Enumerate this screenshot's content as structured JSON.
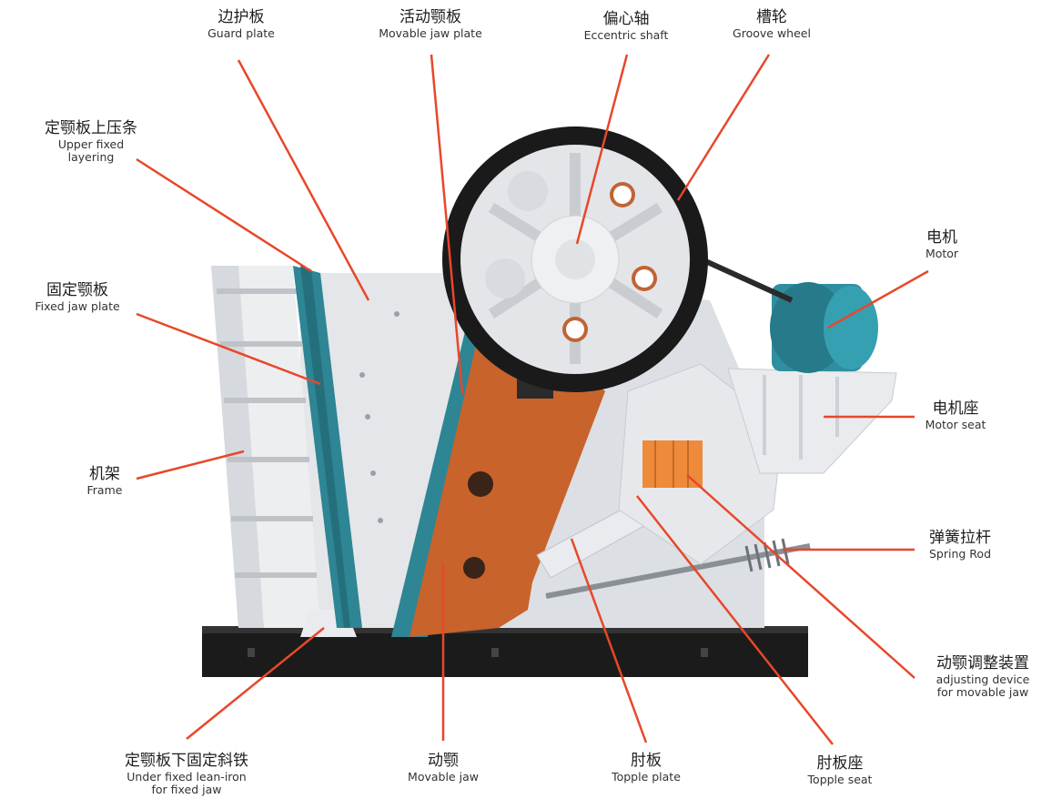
{
  "colors": {
    "leader": "#e8472a",
    "frame": "#e4e6e9",
    "frame_shade": "#c9ccd1",
    "liner": "#2e8594",
    "movable_jaw": "#c8632c",
    "base": "#1b1b1b",
    "wheel_rim": "#1a1a1a",
    "motor": "#2f8fa0",
    "adjuster": "#ee8a3a"
  },
  "labels": {
    "guard_plate": {
      "zh": "边护板",
      "en": "Guard plate"
    },
    "movable_jaw_plate": {
      "zh": "活动颚板",
      "en": "Movable jaw plate"
    },
    "eccentric_shaft": {
      "zh": "偏心轴",
      "en": "Eccentric shaft"
    },
    "groove_wheel": {
      "zh": "槽轮",
      "en": "Groove wheel"
    },
    "upper_fixed_layering": {
      "zh": "定颚板上压条",
      "en": "Upper fixed",
      "en2": "layering"
    },
    "motor": {
      "zh": "电机",
      "en": "Motor"
    },
    "fixed_jaw_plate": {
      "zh": "固定颚板",
      "en": "Fixed jaw plate"
    },
    "motor_seat": {
      "zh": "电机座",
      "en": "Motor seat"
    },
    "frame": {
      "zh": "机架",
      "en": "Frame"
    },
    "spring_rod": {
      "zh": "弹簧拉杆",
      "en": "Spring Rod"
    },
    "adjusting_device": {
      "zh": "动颚调整装置",
      "en": "adjusting device",
      "en2": "for movable jaw"
    },
    "under_fixed_lean_iron": {
      "zh": "定颚板下固定斜铁",
      "en": "Under fixed lean-iron",
      "en2": "for fixed jaw"
    },
    "movable_jaw": {
      "zh": "动颚",
      "en": "Movable jaw"
    },
    "topple_plate": {
      "zh": "肘板",
      "en": "Topple plate"
    },
    "topple_seat": {
      "zh": "肘板座",
      "en": "Topple seat"
    }
  }
}
